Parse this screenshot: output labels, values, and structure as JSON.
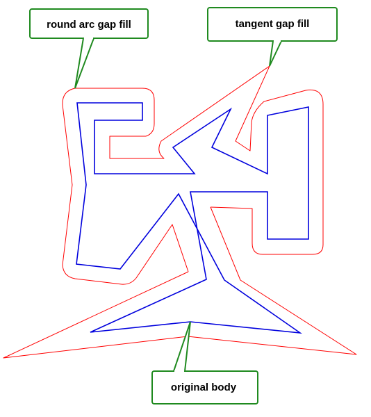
{
  "labels": {
    "round_arc": "round arc gap fill",
    "tangent": "tangent gap fill",
    "original": "original body"
  },
  "colors": {
    "body_outline": "#0000dd",
    "offset_outline": "#ff0000",
    "callout_border": "#1f8a1f",
    "callout_text": "#000000"
  }
}
